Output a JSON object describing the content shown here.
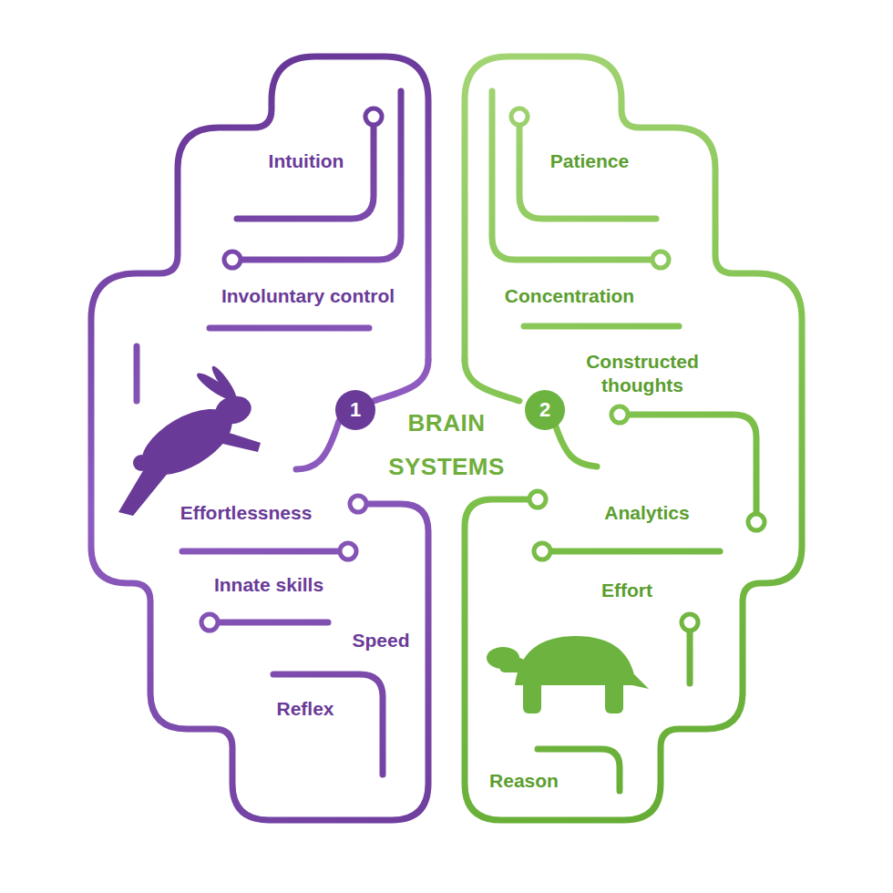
{
  "diagram": {
    "title": "BRAIN SYSTEMS",
    "nodes": [
      {
        "text": [
          "1"
        ]
      },
      {
        "text": [
          "2"
        ]
      }
    ],
    "labels": [
      "Intuition",
      "Involuntary control",
      "Effortlessness",
      "Innate skills",
      "Speed",
      "Reflex",
      "Patience",
      "Concentration",
      "Constructed thoughts",
      "Analytics",
      "Effort",
      "Reason"
    ]
  }
}
